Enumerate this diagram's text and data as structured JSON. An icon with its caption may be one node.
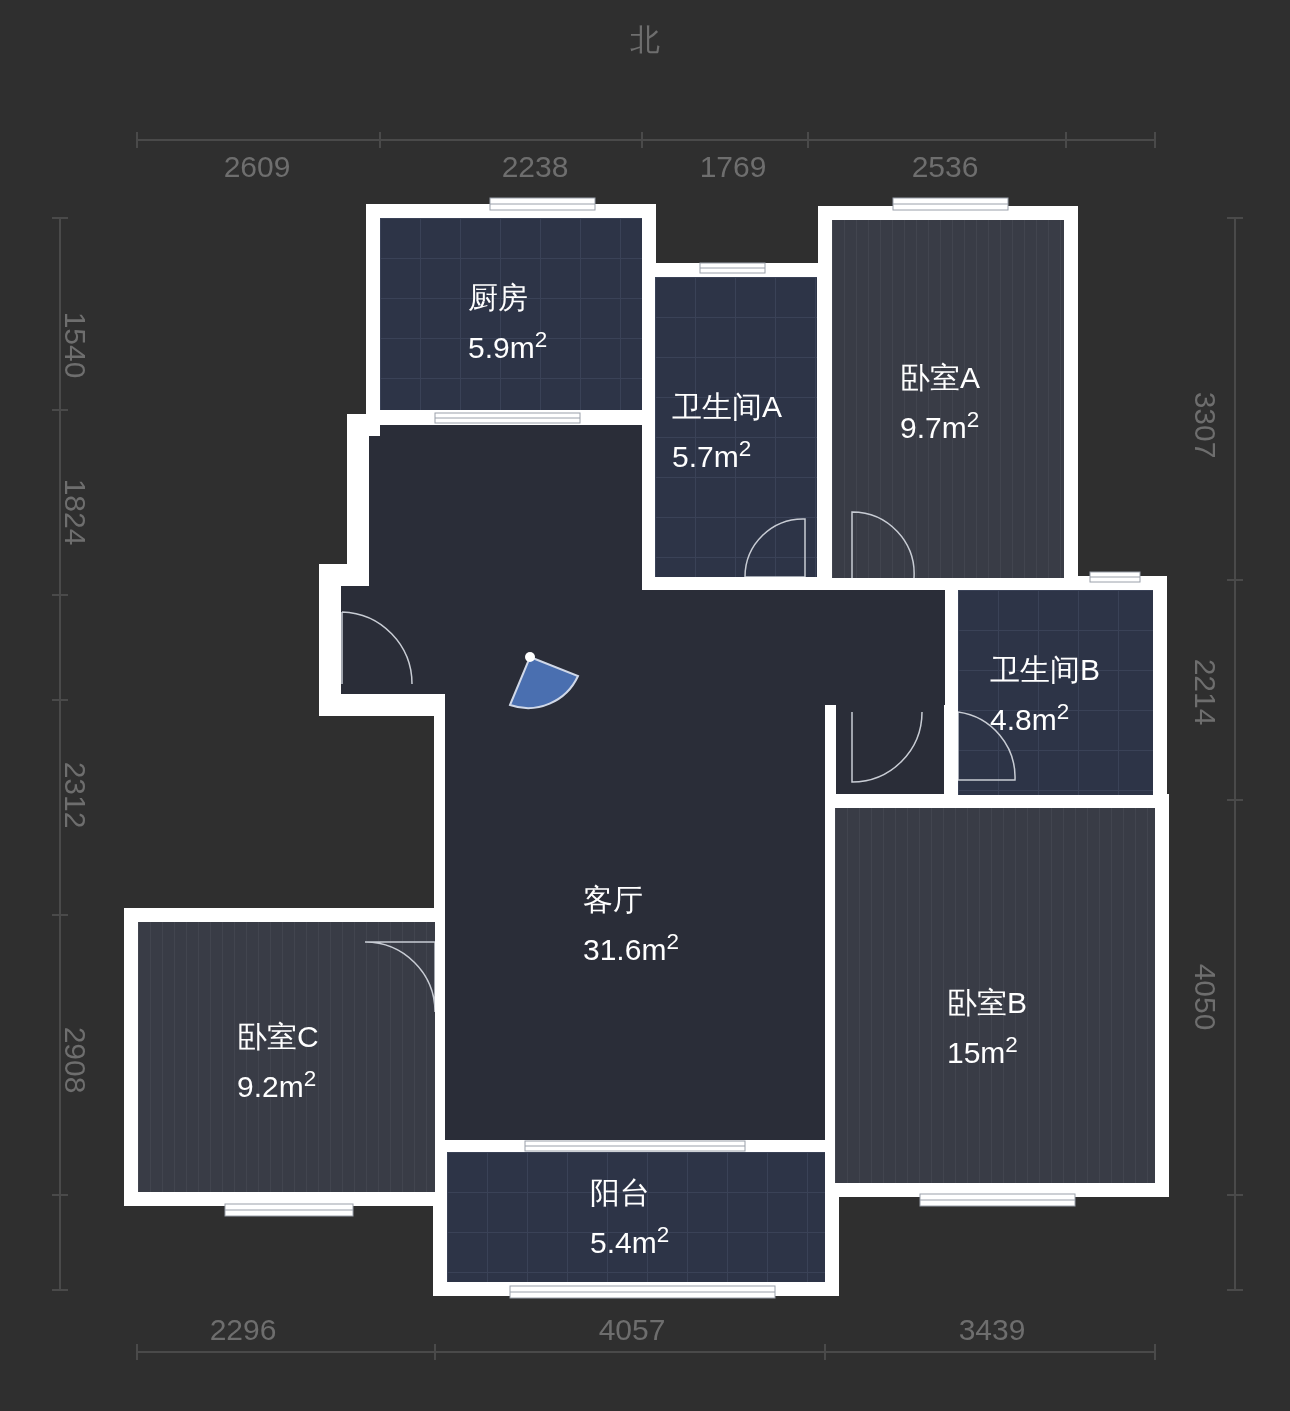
{
  "diagram": {
    "nodes": [
      {
        "text": [
          "厨房",
          "5.9m$^{2}$"
        ]
      },
      {
        "text": [
          "卫生间A",
          "5.7m$^{2}$"
        ]
      },
      {
        "text": [
          "卧室A",
          "9.7m$^{2}$"
        ]
      },
      {
        "text": [
          "卫生间B",
          "4.8m$^{2}$"
        ]
      },
      {
        "text": [
          "客厅",
          "31.6m$^{2}$"
        ]
      },
      {
        "text": [
          "卧室C",
          "9.2m$^{2}$"
        ]
      },
      {
        "text": [
          "卧室B",
          "15m$^{2}$"
        ]
      },
      {
        "text": [
          "阳台",
          "5.4m$^{2}$"
        ]
      }
    ],
    "labels": [
      "北",
      "2609",
      "2238",
      "1769",
      "2536",
      "1540",
      "1824",
      "2312",
      "2908",
      "3307",
      "2214",
      "4050",
      "2296",
      "4057",
      "3439"
    ]
  }
}
